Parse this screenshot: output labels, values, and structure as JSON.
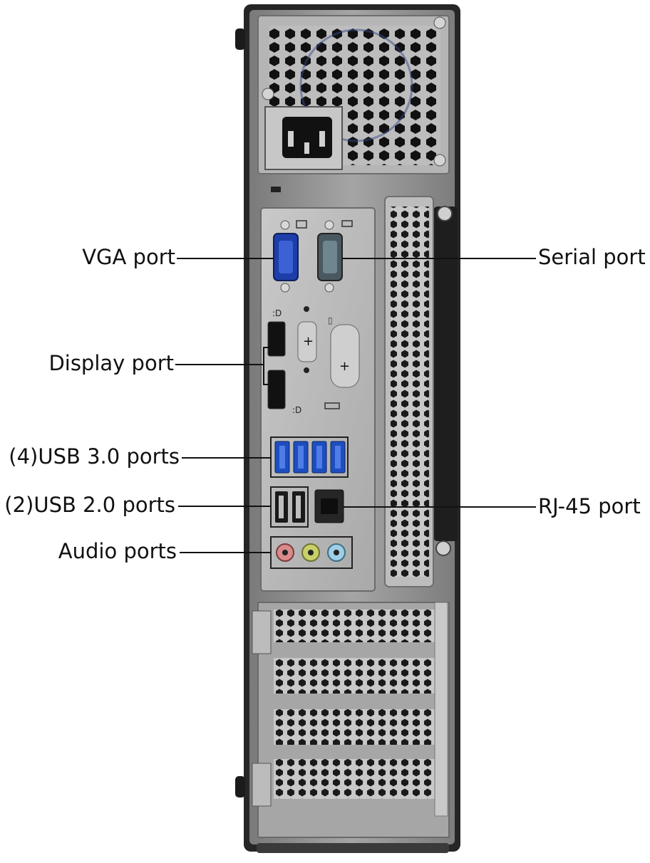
{
  "labels": {
    "vga": "VGA port",
    "serial": "Serial port",
    "display": "Display port",
    "usb3": "(4)USB 3.0 ports",
    "usb2": "(2)USB 2.0 ports",
    "rj45": "RJ-45 port",
    "audio": "Audio ports"
  },
  "icons": {
    "vga": "vga-icon",
    "serial": "serial-icon",
    "displayport": "displayport-icon",
    "mouse": "mouse-icon",
    "keyboard": "keyboard-icon"
  },
  "colors": {
    "chassis": "#8c8c8c",
    "chassis_dark": "#2b2b2b",
    "vga_blue": "#2e4fb8",
    "serial_gray": "#5d6f7a",
    "usb3_blue": "#2f5fd0",
    "audio_pink": "#d98a8a",
    "audio_green": "#b9c25a",
    "audio_blue": "#8fc6e0",
    "text": "#111111"
  }
}
